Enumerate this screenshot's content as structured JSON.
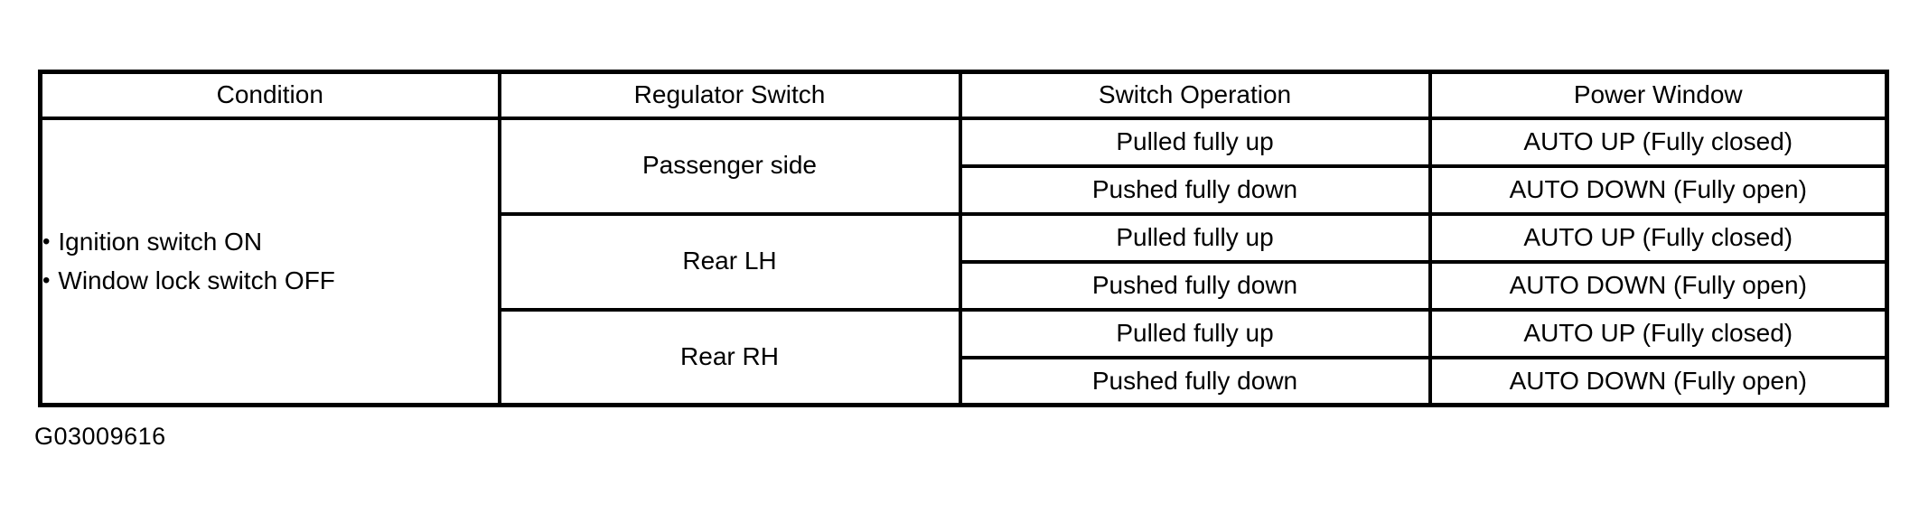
{
  "figure_code": "G03009616",
  "colors": {
    "background": "#ffffff",
    "text": "#000000",
    "border": "#000000"
  },
  "table": {
    "headers": [
      "Condition",
      "Regulator Switch",
      "Switch Operation",
      "Power Window"
    ],
    "bullet": "•",
    "condition_items": [
      "Ignition switch ON",
      "Window lock switch OFF"
    ],
    "groups": [
      {
        "regulator_switch": "Passenger side",
        "rows": [
          {
            "switch_operation": "Pulled fully up",
            "power_window": "AUTO UP (Fully closed)"
          },
          {
            "switch_operation": "Pushed fully down",
            "power_window": "AUTO DOWN (Fully open)"
          }
        ]
      },
      {
        "regulator_switch": "Rear LH",
        "rows": [
          {
            "switch_operation": "Pulled fully up",
            "power_window": "AUTO UP (Fully closed)"
          },
          {
            "switch_operation": "Pushed fully down",
            "power_window": "AUTO DOWN (Fully open)"
          }
        ]
      },
      {
        "regulator_switch": "Rear RH",
        "rows": [
          {
            "switch_operation": "Pulled fully up",
            "power_window": "AUTO UP (Fully closed)"
          },
          {
            "switch_operation": "Pushed fully down",
            "power_window": "AUTO DOWN (Fully open)"
          }
        ]
      }
    ]
  }
}
